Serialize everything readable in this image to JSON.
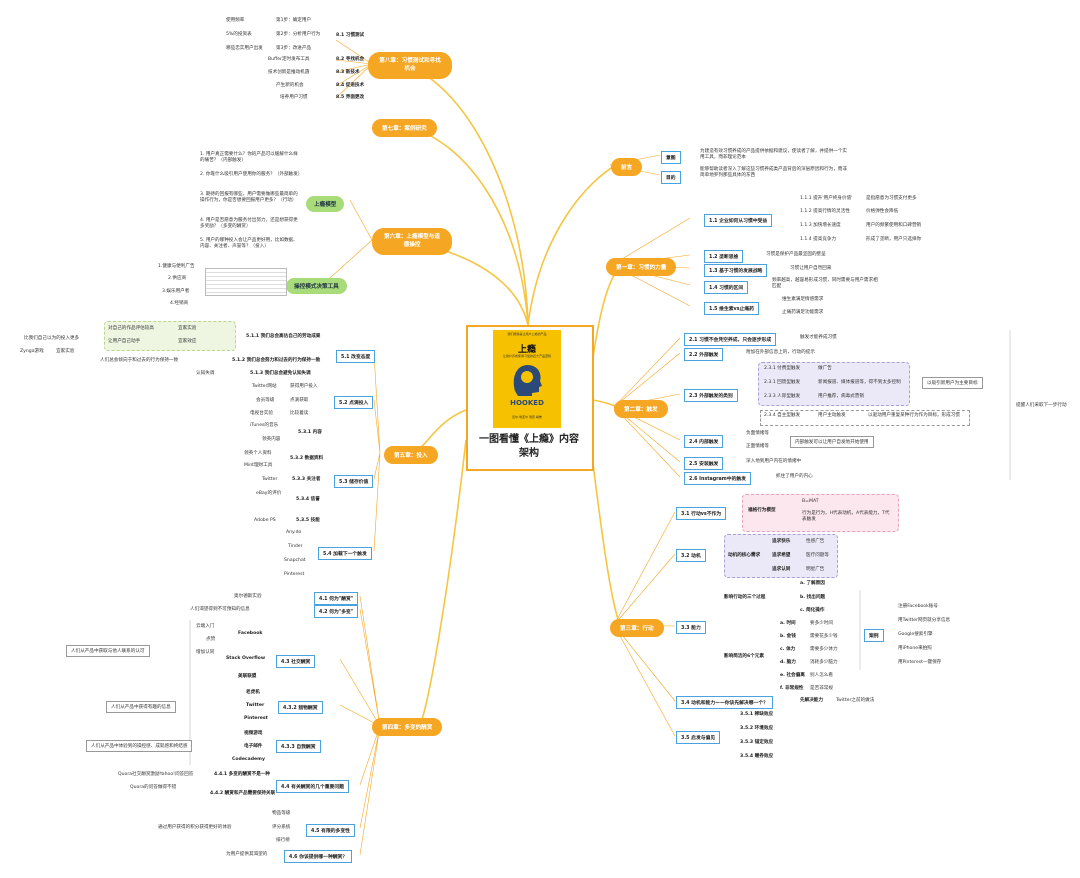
{
  "center": {
    "title_line1": "一图看懂《上瘾》内容",
    "title_line2": "架构",
    "book_top": "我们能够是让用户上瘾的产品",
    "book_cn": "上瘾",
    "book_en": "HOOKED",
    "book_sub": "让用户养成使用习惯的四大产品逻辑",
    "book_author": "尼尔·埃亚尔 瑞安·胡佛"
  },
  "ch8": {
    "title": "第八章：习惯测试和寻找机会",
    "s1": "8.1 习惯测试",
    "s1_items": [
      "第1步：确定用户",
      "第2步：分析用户行为",
      "第3步：改进产品"
    ],
    "s1_notes": [
      "使用频率",
      "5%的投资表",
      "哪些忠实用户出发"
    ],
    "s2": "8.2 寻找机会",
    "s2_note": "Buffer定时发布工具",
    "s3": "8.3 新技术",
    "s3_note": "技术创新是推动机遇",
    "s4": "8.4 促进技术",
    "s4_note": "产生新的机会",
    "s5": "8.5 界面更改",
    "s5_note": "培养用户习惯"
  },
  "ch7": {
    "title": "第七章：案例研究"
  },
  "ch6": {
    "title": "第六章：上瘾模型与道德操控",
    "green1": "上瘾模型",
    "green2": "操控模式决策工具",
    "questions": [
      "1. 用户真正需要什么？你的产品可以缓解什么样的痛苦？（内部触发）",
      "2. 你靠什么吸引用户使用你的服务？（外部触发）",
      "3. 期待的回报有哪些，用户需要做哪些最简单的操作行为，你是否想要回报用户更多？（行动）",
      "4. 用户是否愿意为服务付出努力，还是想获得更多奖励？（多变的酬赏）",
      "5. 用户的哪种投入会让产品更好用，比如数据、内容、关注者、声誉等？（投入）"
    ],
    "quadrant": [
      "1.健康与便利广告",
      "2.供应商",
      "3.娱乐用户者",
      "4.经销商"
    ]
  },
  "preface": {
    "title": "前言",
    "k1": "意图",
    "v1": "为建造有效习惯养成的产品提供依据和建议，使读者了解，并提供一个实用工具，而非理论范本",
    "k2": "目的",
    "v2": "能够帮助读者深入了解这些习惯养成类产品背后的深层原因和行为，而非简单地罗列那些具体的东西"
  },
  "ch1": {
    "title": "第一章：习惯的力量",
    "s1": "1.1 企业如何从习惯中受益",
    "s1_items": [
      "1.1.1 提升'用户终身价值'",
      "1.1.2 提高行情的灵活性",
      "1.1.3 加快增长速度",
      "1.1.4 提高竞争力"
    ],
    "s1_notes": [
      "是指愿意为习惯支付更多",
      "价格弹性会降低",
      "用户的频繁使用和口碑营销",
      "形成了垄断，用户只选择你"
    ],
    "s2": "1.2 垄断思维",
    "s2_note": "习惯是保护产品最坚固的壁垒",
    "s3": "1.3 基于习惯的发展战略",
    "s3_note": "习惯让用户自然回来",
    "s4": "1.4 习惯的区间",
    "s4_note": "频率越高，越容易形成习惯，同时需要与用户需求相匹配",
    "s5": "1.5 维生素vs止痛药",
    "s5_notes": [
      "维生素满足情感需求",
      "止痛药满足功能需求"
    ]
  },
  "ch2": {
    "title": "第二章：触发",
    "right_note": "提醒人们采取下一步行动",
    "s1": "2.1 习惯不会凭空养成，只会逐步形成",
    "s1_note": "触发才能养成习惯",
    "s2": "2.2 外部触发",
    "s2_note": "附加在外部信息上的，行动的提示",
    "s3": "2.3 外部触发的类别",
    "s3_items": [
      "2.3.1 付费型触发",
      "2.3.1 回馈型触发",
      "2.3.3 人际型触发"
    ],
    "s3_notes": [
      "做广告",
      "新闻报道、媒体报道等，得不到太多控制",
      "用户推荐，病毒式营销"
    ],
    "s3_right": "以吸引新用户为主要目标",
    "s3_4": "2.3.4 自主型触发",
    "s3_4_note": "用户主动触发",
    "s3_4_right": "以驱动用户重复某种行为作为目标，形成习惯",
    "s4": "2.4 内部触发",
    "s4_items": [
      "负面情绪等",
      "正面情绪等"
    ],
    "s4_right": "内部触发可以让用户自发地开始使用",
    "s5": "2.5 安装触发",
    "s5_note": "深入地到用户内在的情绪中",
    "s6": "2.6 Instagram中的触发",
    "s6_note": "抓住了用户的内心"
  },
  "ch3": {
    "title": "第三章：行动",
    "s1": "3.1 行动vs不作为",
    "s1_box": "福格行为模型",
    "s1_box_text": [
      "B=MAT",
      "行为是行为，H代表动机，A代表能力，T代表触发"
    ],
    "s2": "3.2 动机",
    "s2_items": [
      "追求快乐",
      "追求希望",
      "追求认同"
    ],
    "s2_notes": [
      "性感广告",
      "医疗问题等",
      "明星广告"
    ],
    "s2_left": "动机的核心需求",
    "s3": "3.3 能力",
    "s3_top": "影响行动的三个过程",
    "s3_top_items": [
      "a. 了解原因",
      "b. 找出问题",
      "c. 简化操作"
    ],
    "s3_bottom": "影响简洁的6个元素",
    "s3_bottom_items": [
      "a. 时间",
      "b. 金钱",
      "c. 体力",
      "d. 脑力",
      "e. 社会偏离",
      "f. 非常规性"
    ],
    "s3_bottom_notes": [
      "要多少时间",
      "需要花多少钱",
      "需要多少体力",
      "消耗多少脑力",
      "别人怎么看",
      "是否非常规"
    ],
    "s3_case": "案例",
    "s3_case_items": [
      "注册Facebook账号",
      "用Twitter网页就分享信息",
      "Google搜索引擎",
      "用iPhone来拍照",
      "用Pinterest一键保存"
    ],
    "s4": "3.4 动机和能力——你该先解决哪一个？",
    "s4_mid": "先解决能力",
    "s4_note": "Twitter之前的做法",
    "s5": "3.5 启发与偏见",
    "s5_items": [
      "3.5.1 稀缺效应",
      "3.5.2 环境效应",
      "3.5.3 锚定效应",
      "3.5.4 赠券效应"
    ]
  },
  "ch5": {
    "title": "第五章：投入",
    "s1": "5.1 改变态度",
    "s1_a": "5.1.1 我们总会高估自己的劳动成果",
    "s1_a_box": [
      "对自己的作品评估较高",
      "让用户自己动手"
    ],
    "s1_a_box_r": [
      "宜家实验",
      "宜家效应"
    ],
    "s1_a_outer": [
      "比我们自己以为的投入更多",
      "Zynga游戏",
      "宜家实验"
    ],
    "s1_b": "5.1.2 我们总会努力和过去的行为保持一致",
    "s1_b_note": "人们总会倾向于和过去的行为保持一致",
    "s1_c": "5.1.3 我们总会避免认知失调",
    "s1_c_note": "认知失调",
    "s2": "5.2 点滴投入",
    "s2_items": [
      "Twitter网站",
      "会员等级",
      "电视台实验"
    ],
    "s2_notes": [
      "获得用户投入",
      "点滴获取",
      "比较着读"
    ],
    "s3": "5.3 储存价值",
    "s3_items": [
      "5.3.1 内容",
      "5.3.2 数据资料",
      "5.3.3 关注者",
      "5.3.4 信誉",
      "5.3.5 技能"
    ],
    "s3_notes": [
      "iTunes的音乐",
      "领英内容",
      "领英个人资料",
      "Mint理财工具",
      "Twitter",
      "eBay的评价",
      "Adobe PS"
    ],
    "s4": "5.4 加载下一个触发",
    "s4_items": [
      "Any.do",
      "Tinder",
      "Snapchat",
      "Pinterest"
    ]
  },
  "ch4": {
    "title": "第四章：多变的酬赏",
    "s1": "4.1 何为\"酬赏\"",
    "s1_note": "奥尔德斯实验",
    "s2": "4.2 何为\"多变\"",
    "s2_note": "人们渴望得到不可预知的信息",
    "s3": "4.3 社交酬赏",
    "s3_items": [
      "Facebook",
      "Stack Overflow",
      "美联联盟"
    ],
    "s3_notes": [
      "云端入门",
      "点赞",
      "增加认同"
    ],
    "s3_left": "人们从产品中获取与他人联系的认可",
    "s4": "4.3.2 猎物酬赏",
    "s4_items": [
      "老虎机",
      "Twitter",
      "Pinterest"
    ],
    "s4_left": "人们从产品中获得有趣的信息",
    "s5": "4.3.3 自我酬赏",
    "s5_items": [
      "视频游戏",
      "电子邮件",
      "Codecademy"
    ],
    "s5_left": "人们从产品中体验到的操控感、成就感和终结感",
    "s6": "4.4 有关酬赏的几个重要问题",
    "s6_items": [
      "4.4.1 多变的酬赏不是一种",
      "4.4.2 酬赏和产品需要保持关联"
    ],
    "s6_notes": [
      "Quora社交酬赏激励Yahoo!问答回答",
      "Quora的问答做得不错"
    ],
    "s7": "4.5 有限的多变性",
    "s7_items": [
      "物品等级",
      "评分系统",
      "排行榜"
    ],
    "s7_note": "通过用户获得的积分获得更好的体验",
    "s8": "4.6 你该提供哪一种酬赏？",
    "s8_note": "为用户提供其渴望的"
  }
}
